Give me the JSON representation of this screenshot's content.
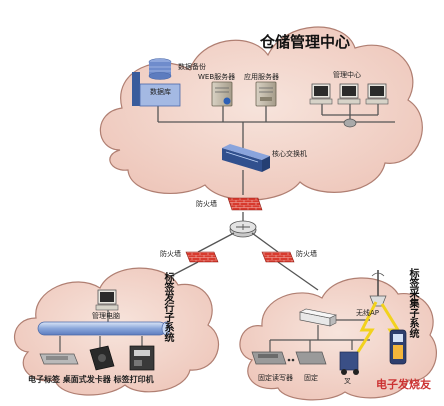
{
  "diagram": {
    "title": "仓储管理中心",
    "top_cloud": {
      "backup_label": "数据备份",
      "database_label": "数据库",
      "web_server_label": "WEB服务器",
      "app_server_label": "应用服务器",
      "mgmt_center_label": "管理中心",
      "core_switch_label": "核心交换机"
    },
    "firewall_main_label": "防火墙",
    "firewall_left_label": "防火墙",
    "firewall_right_label": "防火墙",
    "left_cloud": {
      "subsystem_label": "标签发行子系统",
      "pc_label": "管理电脑",
      "devices_label": "电子标签 桌面式发卡器 标签打印机"
    },
    "right_cloud": {
      "subsystem_label": "标签采集子系统",
      "wireless_ap_label": "无线AP",
      "fixed_reader_label": "固定读写器",
      "fixed_reader2_label": "固定",
      "handheld_label": "叉",
      "watermark": "电子发烧友"
    },
    "colors": {
      "cloud_fill": "#f0d2c8",
      "cloud_stroke": "#b07f72",
      "firewall_red": "#d83a2e",
      "switch_blue": "#4f6fb5",
      "pipe_blue": "#9fb7e0",
      "line": "#444444"
    }
  }
}
